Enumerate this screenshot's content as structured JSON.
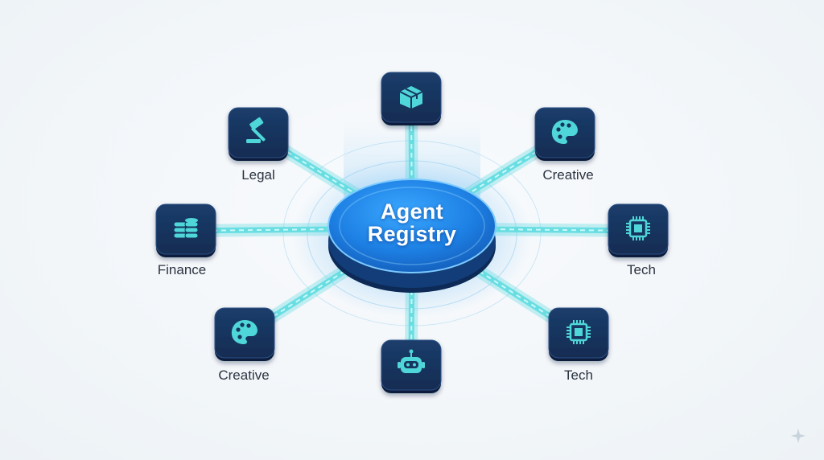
{
  "hub": {
    "line1": "Agent",
    "line2": "Registry"
  },
  "nodes": [
    {
      "id": "top",
      "icon": "package-icon",
      "label": ""
    },
    {
      "id": "legal",
      "icon": "gavel-icon",
      "label": "Legal"
    },
    {
      "id": "creative-top",
      "icon": "palette-icon",
      "label": "Creative"
    },
    {
      "id": "finance",
      "icon": "coins-icon",
      "label": "Finance"
    },
    {
      "id": "tech-right",
      "icon": "chip-icon",
      "label": "Tech"
    },
    {
      "id": "creative-bottom",
      "icon": "palette-icon",
      "label": "Creative"
    },
    {
      "id": "bottom",
      "icon": "robot-icon",
      "label": ""
    },
    {
      "id": "tech-bottom",
      "icon": "chip-icon",
      "label": "Tech"
    }
  ],
  "colors": {
    "tile": "#16355f",
    "tile_edge": "#0b1f3c",
    "icon": "#4fd6d8",
    "connector": "#5fdbe0",
    "hub_top": "#1f8ff0",
    "hub_base": "#0e2c5c"
  },
  "watermark_icon": "sparkle-icon"
}
